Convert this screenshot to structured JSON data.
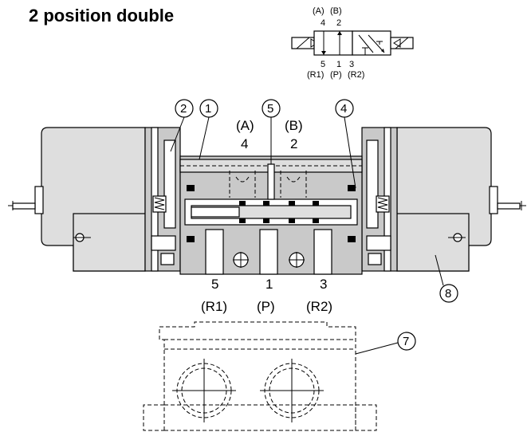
{
  "title": "2 position double",
  "symbol": {
    "top_labels": [
      "(A)",
      "(B)"
    ],
    "top_ports": [
      "4",
      "2"
    ],
    "bottom_ports": [
      "5",
      "1",
      "3"
    ],
    "bottom_labels": [
      "(R1)",
      "(P)",
      "(R2)"
    ]
  },
  "ports": {
    "top": [
      {
        "label": "(A)",
        "number": "4"
      },
      {
        "label": "(B)",
        "number": "2"
      }
    ],
    "bottom": [
      {
        "number": "5",
        "label": "(R1)"
      },
      {
        "number": "1",
        "label": "(P)"
      },
      {
        "number": "3",
        "label": "(R2)"
      }
    ]
  },
  "callouts": [
    "1",
    "2",
    "4",
    "5",
    "7",
    "8"
  ]
}
